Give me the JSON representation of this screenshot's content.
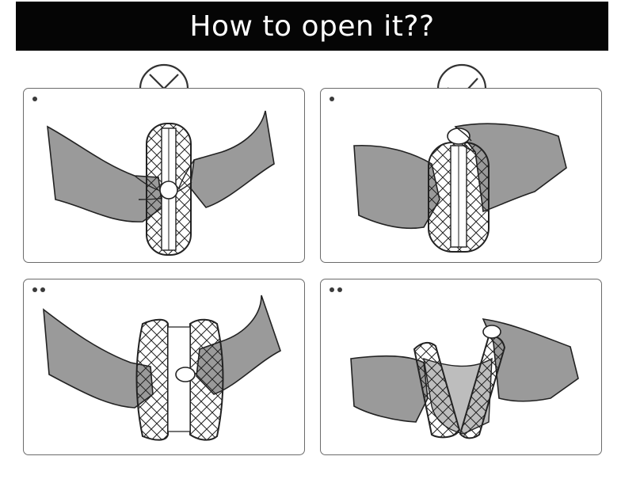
{
  "header": {
    "title": "How to open it??"
  },
  "steps": [
    {
      "step_dots": 1,
      "verdict": "wrong",
      "icon": "cross-circle-icon"
    },
    {
      "step_dots": 1,
      "verdict": "right",
      "icon": "check-circle-icon"
    },
    {
      "step_dots": 2,
      "verdict": "wrong",
      "icon": ""
    },
    {
      "step_dots": 2,
      "verdict": "right",
      "icon": ""
    }
  ],
  "colors": {
    "banner": "#050505",
    "hand": "#9a9a9a",
    "outline": "#222222",
    "frame": "#6b6b6b"
  }
}
